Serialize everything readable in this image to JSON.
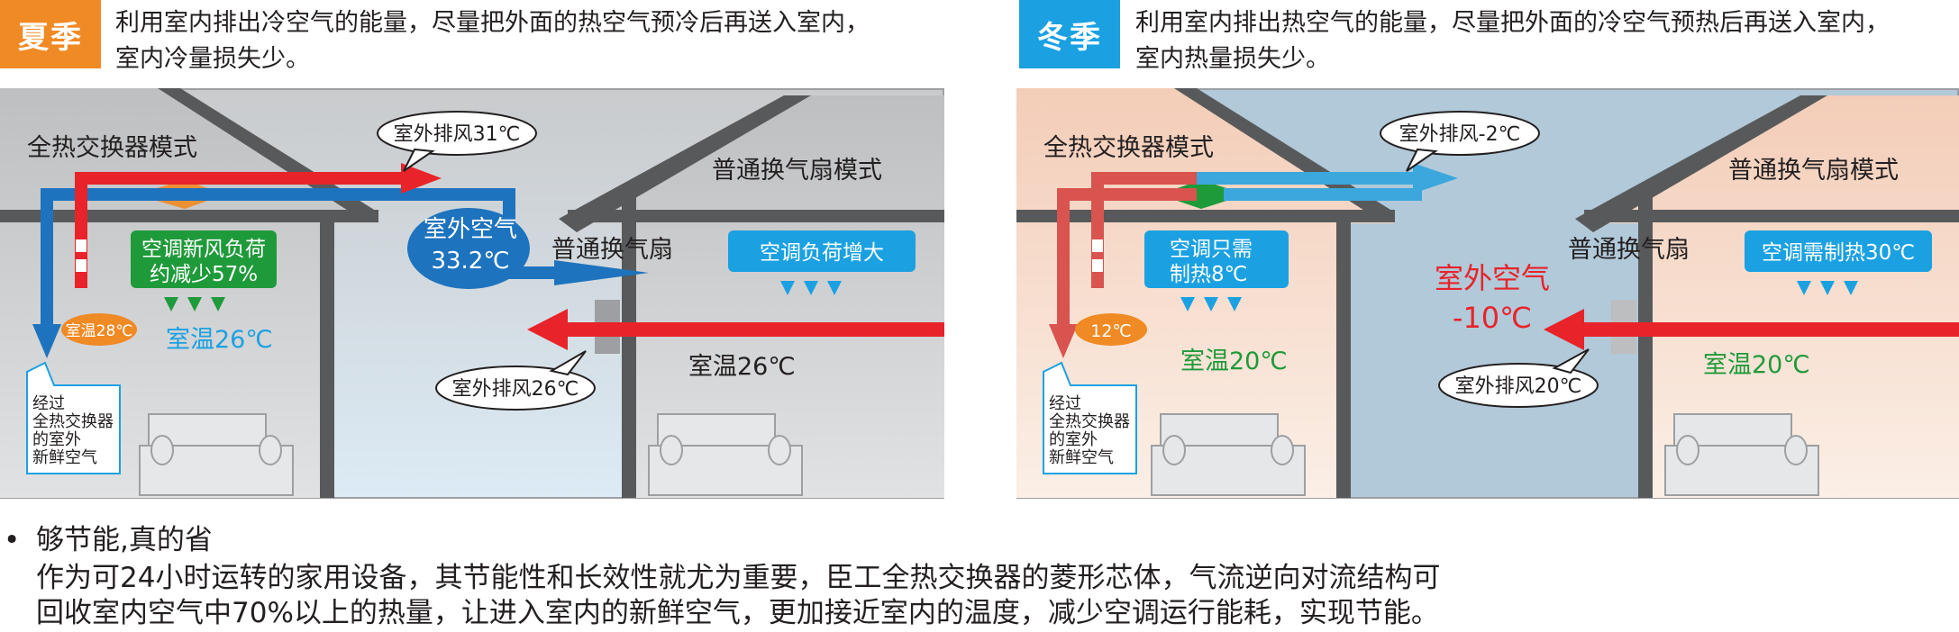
{
  "summer": {
    "badge": "夏季",
    "desc_line1": "利用室内排出冷空气的能量，尽量把外面的热空气预冷后再送入室内，",
    "desc_line2": "室内冷量损失少。",
    "mode_left": "全热交换器模式",
    "mode_right": "普通换气扇模式",
    "exhaust_top": "室外排风31℃",
    "outdoor_air_1": "室外空气",
    "outdoor_air_2": "33.2℃",
    "fan_label": "普通换气扇",
    "load_box_1": "空调新风负荷",
    "load_box_2": "约减少57%",
    "ac_load": "空调负荷增大",
    "room_temp_small": "室温28℃",
    "room_temp_left": "室温26℃",
    "room_temp_right": "室温26℃",
    "exhaust_bottom": "室外排风26℃",
    "callout": [
      "经过",
      "全热交换器",
      "的室外",
      "新鲜空气"
    ]
  },
  "winter": {
    "badge": "冬季",
    "desc_line1": "利用室内排出热空气的能量，尽量把外面的冷空气预热后再送入室内，",
    "desc_line2": "室内热量损失少。",
    "mode_left": "全热交换器模式",
    "mode_right": "普通换气扇模式",
    "exhaust_top": "室外排风-2℃",
    "outdoor_air_1": "室外空气",
    "outdoor_air_2": "-10℃",
    "fan_label": "普通换气扇",
    "heat_box_1": "空调只需",
    "heat_box_2": "制热8℃",
    "ac_heat": "空调需制热30℃",
    "room_temp_small": "12℃",
    "room_temp_left": "室温20℃",
    "room_temp_right": "室温20℃",
    "exhaust_bottom": "室外排风20℃",
    "callout": [
      "经过",
      "全热交换器",
      "的室外",
      "新鲜空气"
    ]
  },
  "bottom": {
    "bullet_symbol": "•",
    "heading": "够节能,真的省",
    "line1": "作为可24小时运转的家用设备，其节能性和长效性就尤为重要，臣工全热交换器的菱形芯体，气流逆向对流结构可",
    "line2": "回收室内空气中70%以上的热量，让进入室内的新鲜空气，更加接近室内的温度，减少空调运行能耗，实现节能。"
  },
  "colors": {
    "summer_badge": "#f08a24",
    "winter_badge": "#1ba1e2",
    "red_arrow": "#e8232a",
    "blue_arrow": "#1e73be",
    "green_box": "#1f9a3a",
    "cyan_box": "#1ba1e2",
    "wall": "#58595b",
    "warm_text": "#1f9a3a",
    "cold_text": "#e8232a"
  }
}
